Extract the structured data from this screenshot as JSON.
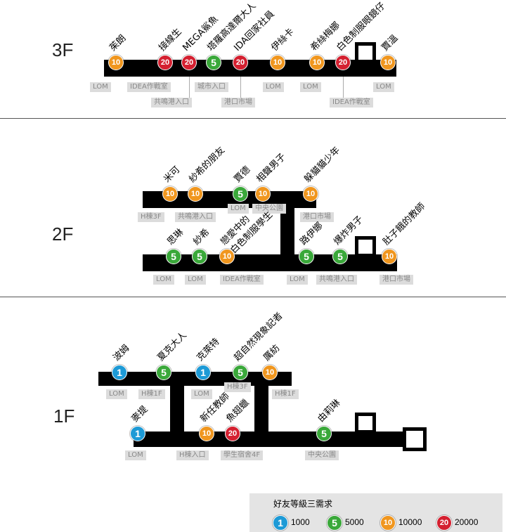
{
  "colors": {
    "1": "#1d9ad6",
    "5": "#3aa83a",
    "10": "#f0961e",
    "20": "#d42030"
  },
  "legend": {
    "title": "好友等級三需求",
    "items": [
      {
        "level": "1",
        "value": "1000"
      },
      {
        "level": "5",
        "value": "5000"
      },
      {
        "level": "10",
        "value": "10000"
      },
      {
        "level": "20",
        "value": "20000"
      }
    ]
  },
  "floors": [
    {
      "label": "3F",
      "npcs": [
        {
          "name": "茱朗",
          "level": "10"
        },
        {
          "name": "接線生",
          "level": "20"
        },
        {
          "name": "MEGA鯊魚",
          "level": "20"
        },
        {
          "name": "塔羅高達爾大人",
          "level": "5"
        },
        {
          "name": "IDA回家社員",
          "level": "20"
        },
        {
          "name": "伊絲卡",
          "level": "10"
        },
        {
          "name": "希絲梅娜",
          "level": "10"
        },
        {
          "name": "白色制服眼鏡仔",
          "level": "20"
        },
        {
          "name": "賈溫",
          "level": "10"
        }
      ],
      "locations": [
        "LOM",
        "IDEA作戰室",
        "共鳴港入口",
        "城市入口",
        "港口市場",
        "LOM",
        "LOM",
        "IDEA作戰室",
        "LOM"
      ]
    },
    {
      "label": "2F",
      "npcs": [
        {
          "name": "米可",
          "level": "10"
        },
        {
          "name": "紗希的朋友",
          "level": "10"
        },
        {
          "name": "賈德",
          "level": "5"
        },
        {
          "name": "相聲男子",
          "level": "10"
        },
        {
          "name": "躲貓貓少年",
          "level": "10"
        },
        {
          "name": "思琳",
          "level": "5"
        },
        {
          "name": "紗希",
          "level": "5"
        },
        {
          "name": "戀愛中的",
          "level": "10"
        },
        {
          "name": "白色制服學生",
          "level": ""
        },
        {
          "name": "路伊娜",
          "level": "5"
        },
        {
          "name": "爆炸男子",
          "level": "5"
        },
        {
          "name": "肚子餓的教師",
          "level": "10"
        }
      ],
      "locations": [
        "H棟3F",
        "共鳴港入口",
        "LOM",
        "中央公園",
        "港口市場",
        "LOM",
        "LOM",
        "IDEA作戰室",
        "LOM",
        "共鳴港入口",
        "港口市場"
      ]
    },
    {
      "label": "1F",
      "npcs": [
        {
          "name": "波姆",
          "level": "1"
        },
        {
          "name": "夏克大人",
          "level": "5"
        },
        {
          "name": "克萊特",
          "level": "1"
        },
        {
          "name": "超自然現象記者",
          "level": "5"
        },
        {
          "name": "厲紡",
          "level": "10"
        },
        {
          "name": "麥提",
          "level": "1"
        },
        {
          "name": "新任教師",
          "level": "10"
        },
        {
          "name": "魚翅蠟",
          "level": "20"
        },
        {
          "name": "由莉琳",
          "level": "5"
        }
      ],
      "locations": [
        "LOM",
        "H棟1F",
        "LOM",
        "H棟3F",
        "H棟1F",
        "LOM",
        "H棟入口",
        "學生宿舍4F",
        "中央公園"
      ]
    }
  ]
}
